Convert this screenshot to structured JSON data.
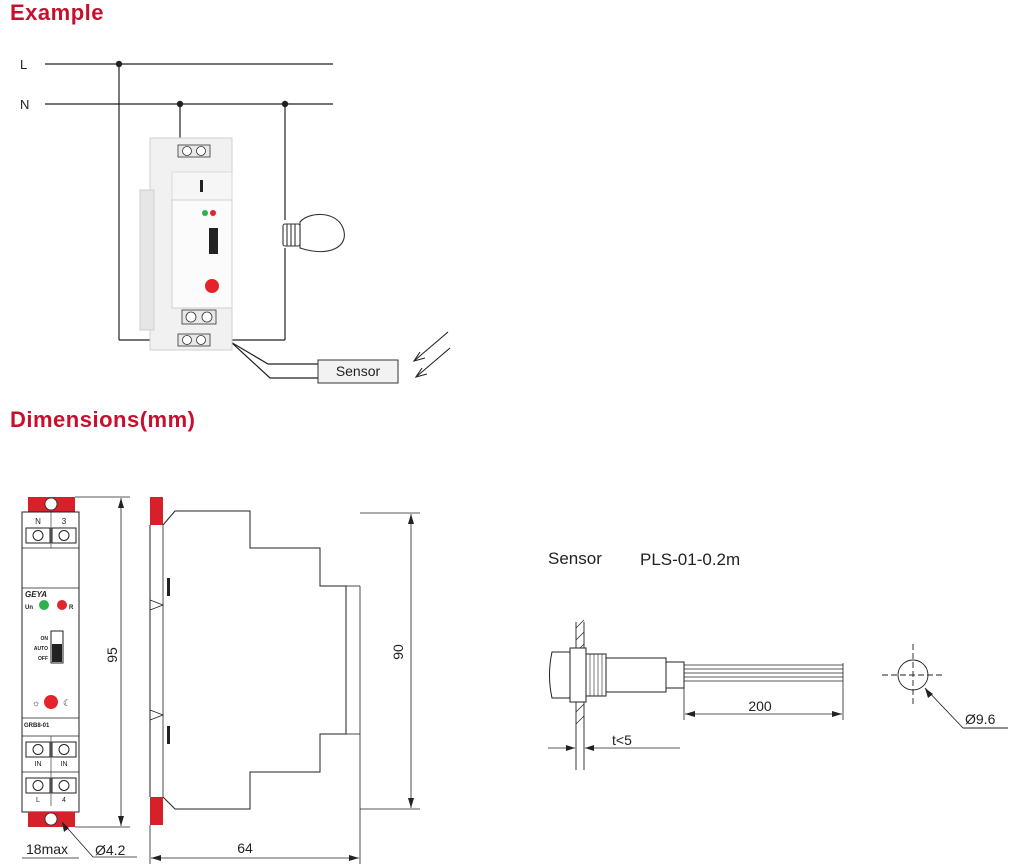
{
  "headings": {
    "example": "Example",
    "dimensions": "Dimensions(mm)"
  },
  "wiring": {
    "line_label": "L",
    "neutral_label": "N",
    "sensor_label": "Sensor"
  },
  "device": {
    "brand": "GEYA",
    "model": "GRB8-01",
    "led_un_label": "Un",
    "led_r_label": "R",
    "switch_on": "ON",
    "switch_auto": "AUTO",
    "switch_off": "OFF",
    "top_terminal_left": "N",
    "top_terminal_right": "3",
    "in_terminal_left": "IN",
    "in_terminal_right": "IN",
    "bottom_terminal_left": "L",
    "bottom_terminal_right": "4"
  },
  "dimensions": {
    "height_total": "95",
    "height_body": "90",
    "depth": "64",
    "width": "18max",
    "hole_diameter": "Ø4.2"
  },
  "sensor_spec": {
    "label": "Sensor",
    "model": "PLS-01-0.2m",
    "cable_length": "200",
    "panel_thickness": "t<5",
    "hole_diameter": "Ø9.6"
  },
  "colors": {
    "heading": "#c8102e",
    "clip_red": "#d6202a",
    "led_green": "#2bb24c",
    "led_red": "#e3242b",
    "line": "#222222"
  }
}
